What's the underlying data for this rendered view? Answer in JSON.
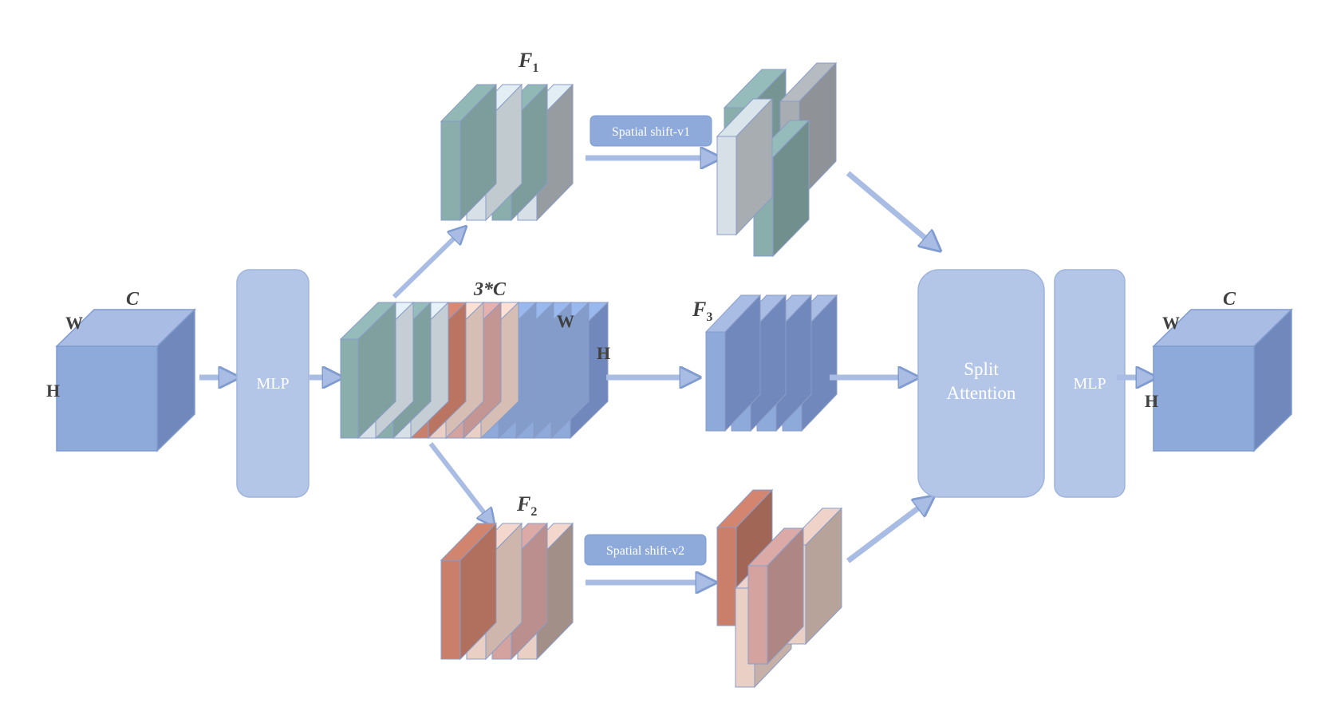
{
  "labels": {
    "input_c": "C",
    "input_w": "W",
    "input_h": "H",
    "mlp_left": "MLP",
    "concat_c": "3*C",
    "concat_w": "W",
    "concat_h": "H",
    "f1": "F",
    "f1_sub": "1",
    "f2": "F",
    "f2_sub": "2",
    "f3": "F",
    "f3_sub": "3",
    "shift_v1": "Spatial shift-v1",
    "shift_v2": "Spatial shift-v2",
    "split_line1": "Split",
    "split_line2": "Attention",
    "mlp_right": "MLP",
    "output_c": "C",
    "output_w": "W",
    "output_h": "H"
  },
  "colors": {
    "blue_front": "#8eaadb",
    "blue_side": "#7188bd",
    "blue_top": "#a9bce3",
    "panel": "#b4c6e7",
    "pill": "#8eaadb",
    "teal": "#8aaeac",
    "teal_light": "#d6e0e6",
    "rust": "#c97f6a",
    "peach": "#eacfc4",
    "rose": "#d4a3a0",
    "grey_side": "#a8adb2",
    "taupe_side": "#b8a39b",
    "arrow": "#a9bce3",
    "arrow_stroke": "#7f9bd0",
    "edge": "#8a9cc8"
  }
}
